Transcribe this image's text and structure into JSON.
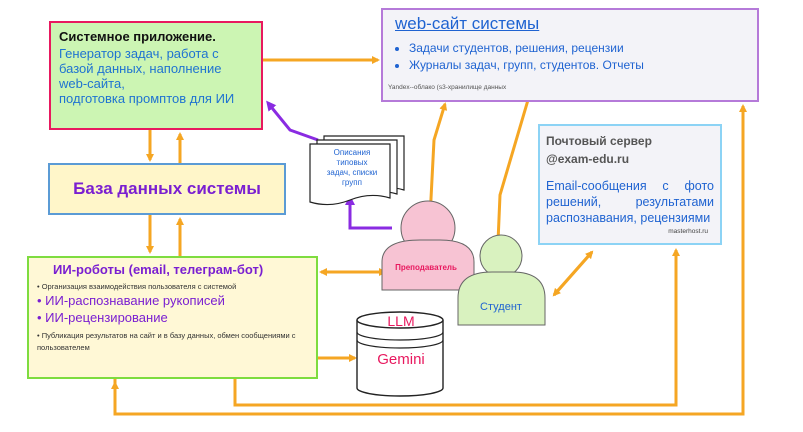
{
  "system_app": {
    "title": "Системное приложение.",
    "lines": [
      "Генератор задач, работа с",
      "базой данных, наполнение",
      "web-сайта,",
      "подготовка промптов для ИИ"
    ]
  },
  "database": {
    "title": "База данных системы"
  },
  "robots": {
    "title": "ИИ-роботы (email, телеграм-бот)",
    "sub1": "• Организация взаимодействия пользователя с системой",
    "main1": "• ИИ-распознавание рукописей",
    "main2": "• ИИ-рецензирование",
    "sub2": "• Публикация результатов на сайт и в базу данных, обмен сообщениями с пользователем"
  },
  "website": {
    "title": "web-сайт системы",
    "items": [
      "Задачи студентов, решения, рецензии",
      "Журналы задач, групп, студентов. Отчеты"
    ],
    "note": "Yandex--облако (s3-хранилище данных"
  },
  "mail": {
    "title1": "Почтовый сервер",
    "title2": "@exam-edu.ru",
    "body": "Email-сообщения с фото решений, результатами распознавания, рецензиями",
    "note": "masterhost.ru"
  },
  "documents": {
    "lines": [
      "Описания",
      "типовых",
      "задач, списки",
      "групп"
    ]
  },
  "teacher": {
    "label": "Преподаватель"
  },
  "student": {
    "label": "Студент"
  },
  "llm": {
    "top": "LLM",
    "bottom": "Gemini"
  },
  "colors": {
    "arrow": "#f5a623",
    "purple_arrow": "#8a2be2",
    "teacher": "#f7c3d3",
    "student": "#d9f2bf",
    "db_fill": "#fff6c9"
  }
}
